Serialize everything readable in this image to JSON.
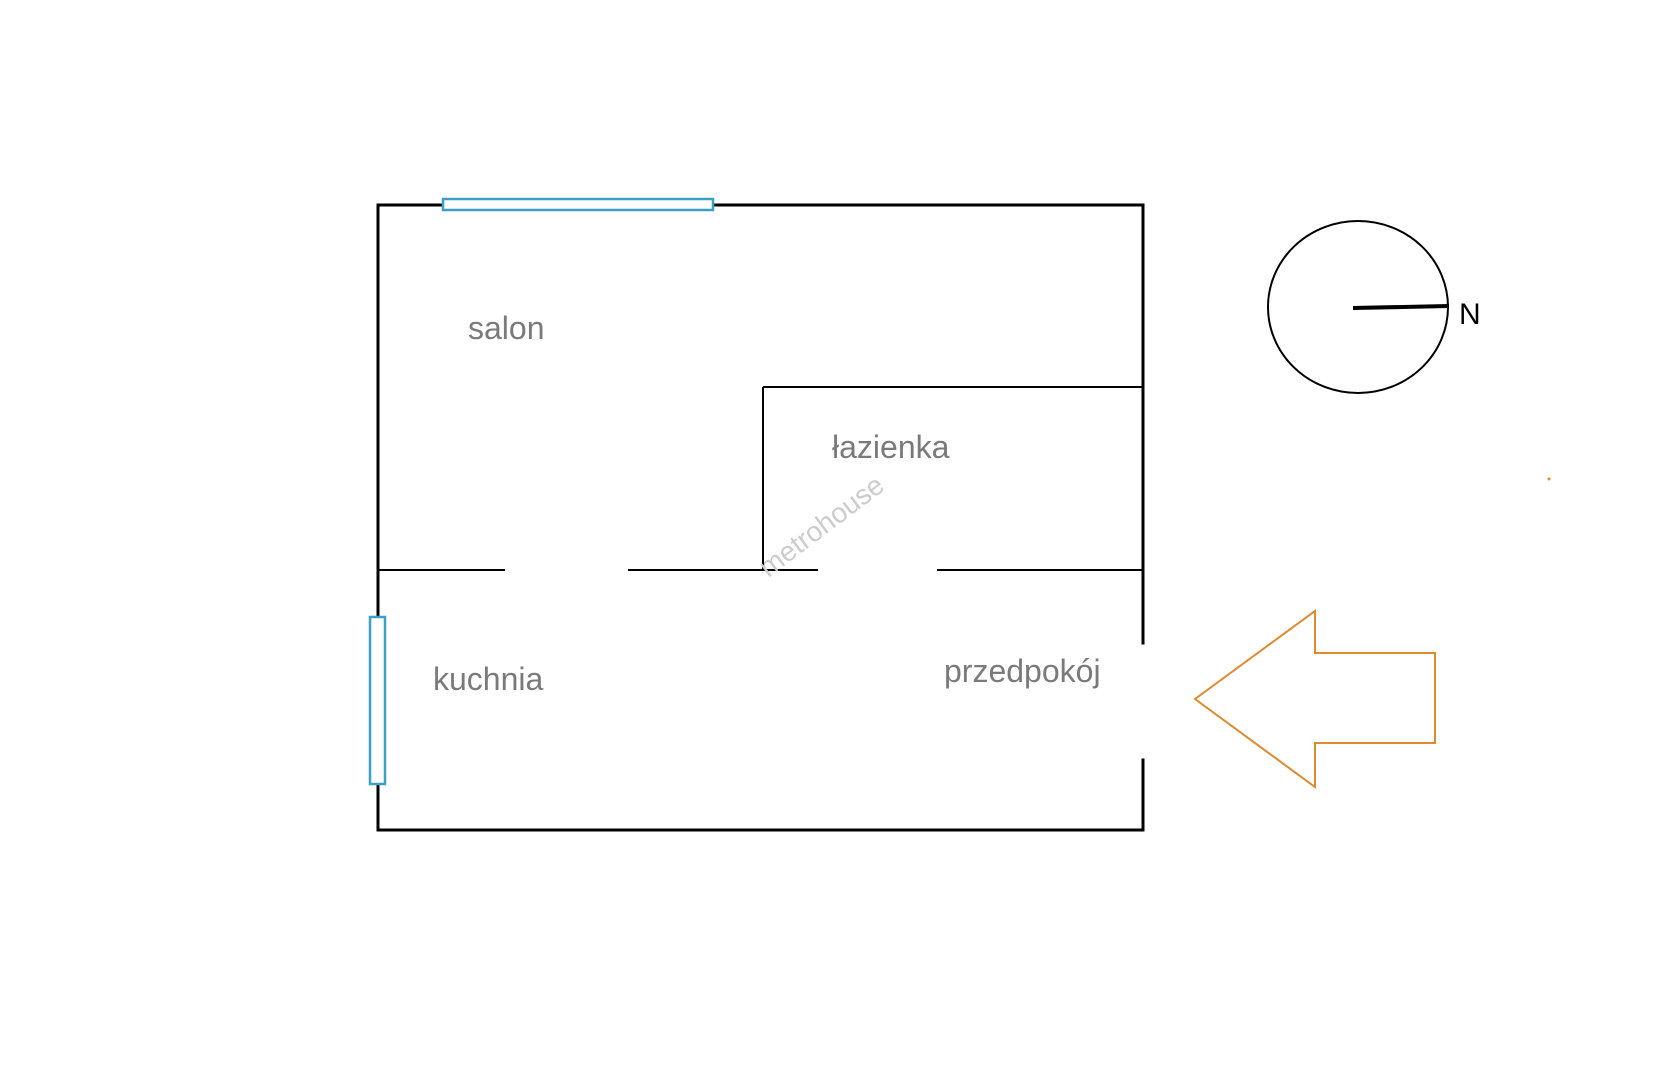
{
  "rooms": {
    "salon": "salon",
    "lazienka": "łazienka",
    "kuchnia": "kuchnia",
    "przedpokoj": "przedpokój"
  },
  "compass": {
    "north_label": "N"
  },
  "watermark": "metrohouse",
  "entrance_arrow": {
    "direction": "left"
  },
  "colors": {
    "walls": "#000000",
    "windows": "#3aa0c8",
    "room_labels": "#7a7a7a",
    "entrance_arrow": "#e08a2e",
    "watermark": "#cccccc"
  }
}
